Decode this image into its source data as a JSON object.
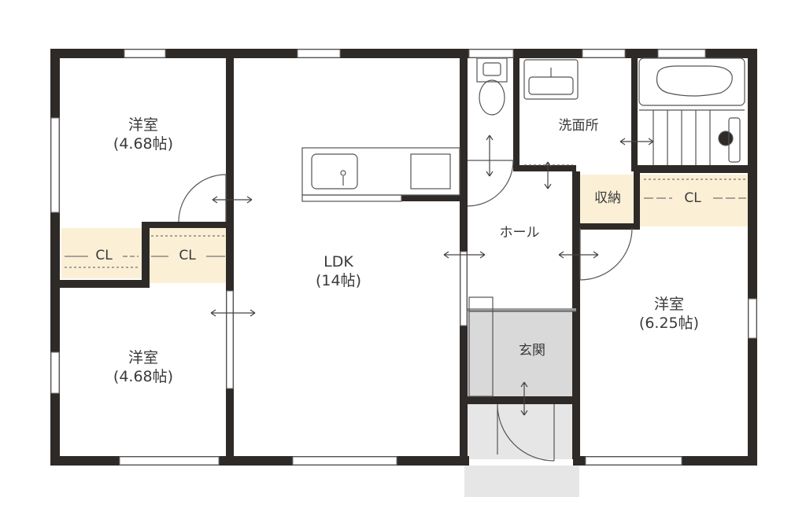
{
  "rooms": {
    "bedroom_top_left": {
      "name": "洋室",
      "size": "(4.68帖)"
    },
    "bedroom_bottom_left": {
      "name": "洋室",
      "size": "(4.68帖)"
    },
    "ldk": {
      "name": "LDK",
      "size": "(14帖)"
    },
    "washroom": {
      "name": "洗面所"
    },
    "hall": {
      "name": "ホール"
    },
    "storage": {
      "name": "収納"
    },
    "entrance": {
      "name": "玄関"
    },
    "bedroom_right": {
      "name": "洋室",
      "size": "(6.25帖)"
    }
  },
  "closets": {
    "cl1": "CL",
    "cl2": "CL",
    "cl3": "CL"
  },
  "colors": {
    "wall": "#2e2a27",
    "closet_fill": "#fbefd6",
    "entrance_fill": "#d9d9d9",
    "text": "#3a3a3a"
  }
}
